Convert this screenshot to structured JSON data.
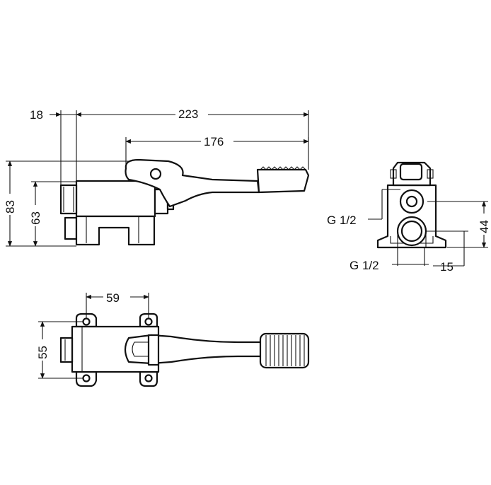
{
  "dimensions": {
    "side_top_18": "18",
    "side_top_223": "223",
    "side_top_176": "176",
    "side_left_83": "83",
    "side_left_63": "63",
    "end_thread_upper": "G 1/2",
    "end_thread_lower": "G 1/2",
    "end_right_44": "44",
    "end_bottom_15": "15",
    "top_view_59": "59",
    "top_view_55": "55"
  }
}
